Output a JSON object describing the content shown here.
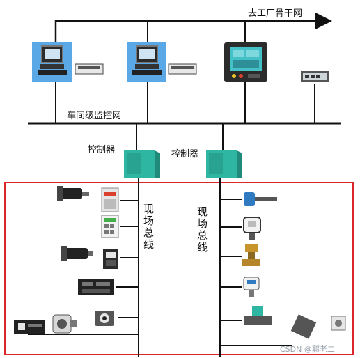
{
  "labels": {
    "factory_backbone": "去工厂骨干网",
    "workshop_network": "车间级监控网",
    "controller_left": "控制器",
    "controller_right": "控制器",
    "fieldbus_left": "现场总线",
    "fieldbus_right": "现场总线"
  },
  "watermark": "CSDN @郭老二",
  "colors": {
    "frame_red": "#d8262b",
    "line": "#111111",
    "controller": "#2fb6a3",
    "monitor_blue": "#5aa9e6",
    "screen_teal": "#43c1c7"
  }
}
